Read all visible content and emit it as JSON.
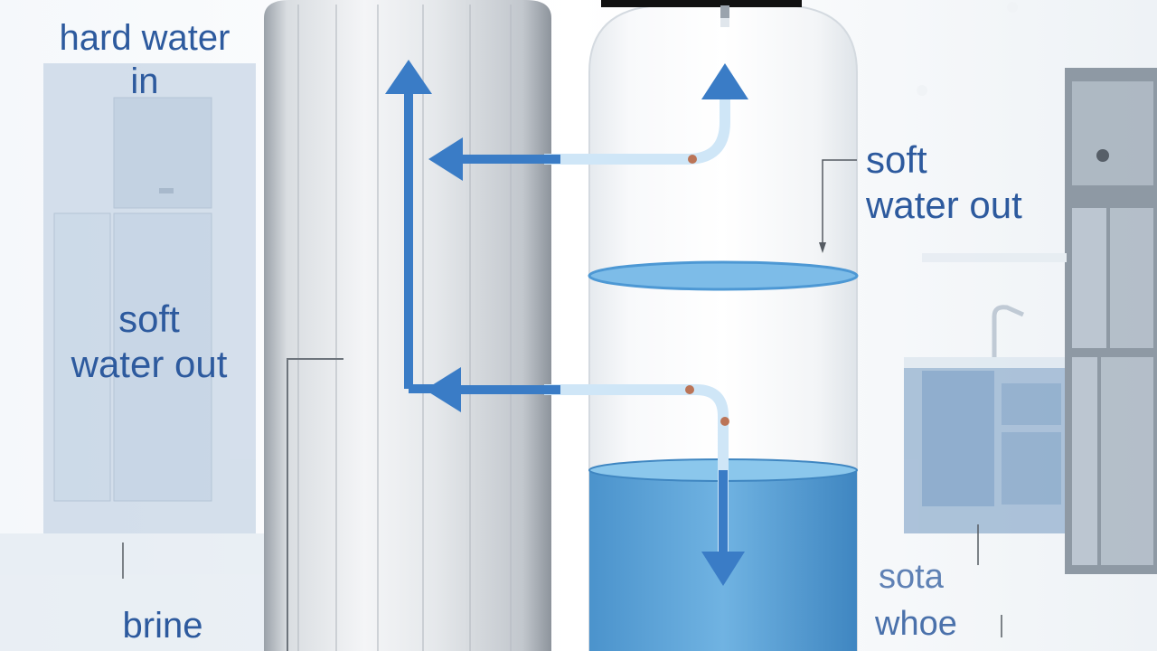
{
  "labels": {
    "hard_water_in": "hard water\nin",
    "soft_water_out_left": "soft\nwater out",
    "soft_water_out_right": "soft\nwater out",
    "brine": "brine",
    "faded_word_1": "sota",
    "faded_word_2": "whoe"
  },
  "colors": {
    "label_text": "#2d5a9e",
    "arrow_blue": "#3a7cc6",
    "water_blue": "#6db3e6",
    "brine_blue": "#4a96d0",
    "tank_gray": "#c9ced4",
    "cap_black": "#111111",
    "background": "#eef3f8"
  },
  "icons": {
    "arrows": [
      "arrow-up-icon",
      "arrow-left-icon",
      "arrow-down-icon"
    ]
  }
}
